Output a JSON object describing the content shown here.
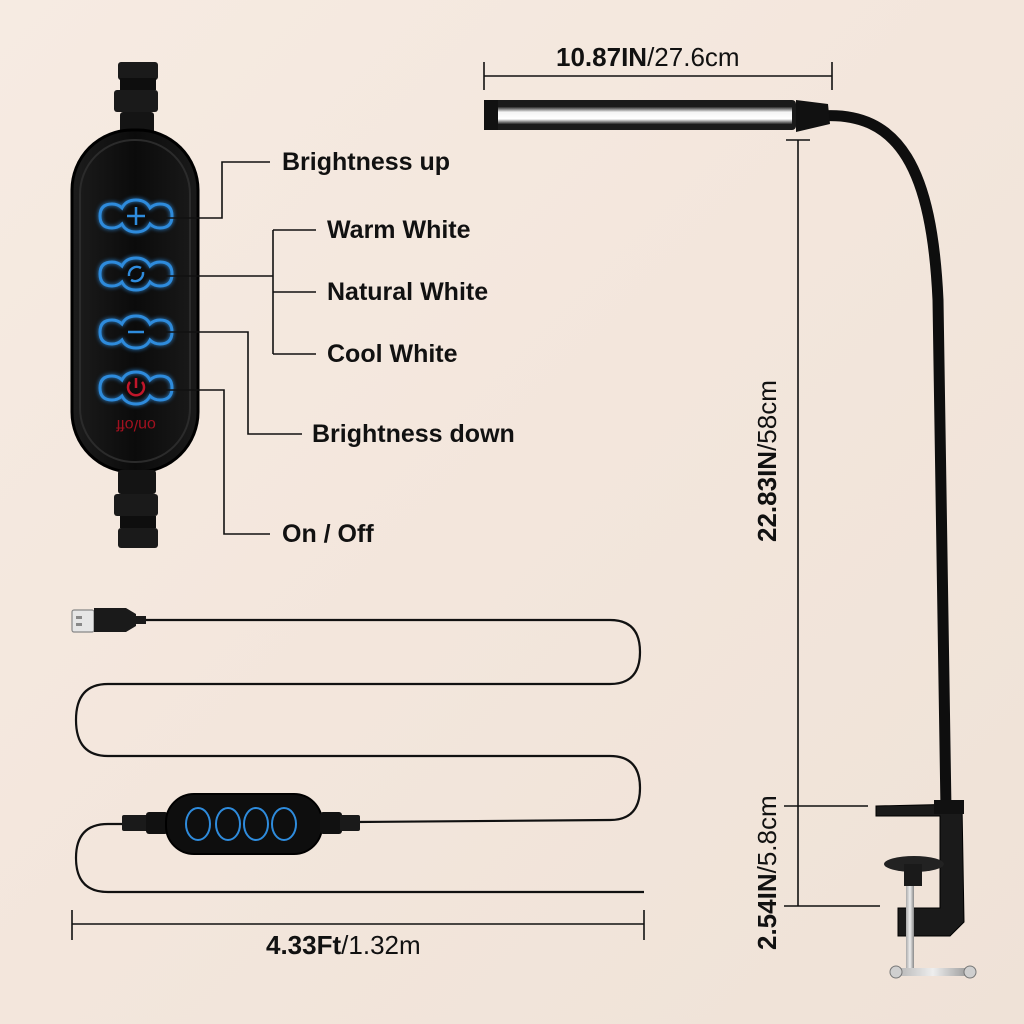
{
  "controller_labels": {
    "brightness_up": "Brightness up",
    "warm_white": "Warm White",
    "natural_white": "Natural White",
    "cool_white": "Cool White",
    "brightness_down": "Brightness down",
    "on_off": "On / Off"
  },
  "controller_text": {
    "power_text": "on/off"
  },
  "dimensions": {
    "head_width": {
      "imperial": "10.87IN",
      "metric": "/27.6cm"
    },
    "arm_height": {
      "imperial": "22.83IN",
      "metric": "/58cm"
    },
    "clamp_opening": {
      "imperial": "2.54IN",
      "metric": "/5.8cm"
    },
    "cable_length": {
      "imperial": "4.33Ft",
      "metric": "/1.32m"
    }
  },
  "colors": {
    "background": "#f4e8df",
    "button_glow": "#2e8bdc",
    "power_red": "#c0162a",
    "body_black": "#111111"
  },
  "icons": [
    "plus-icon",
    "cycle-icon",
    "minus-icon",
    "power-icon",
    "usb-plug-icon"
  ]
}
